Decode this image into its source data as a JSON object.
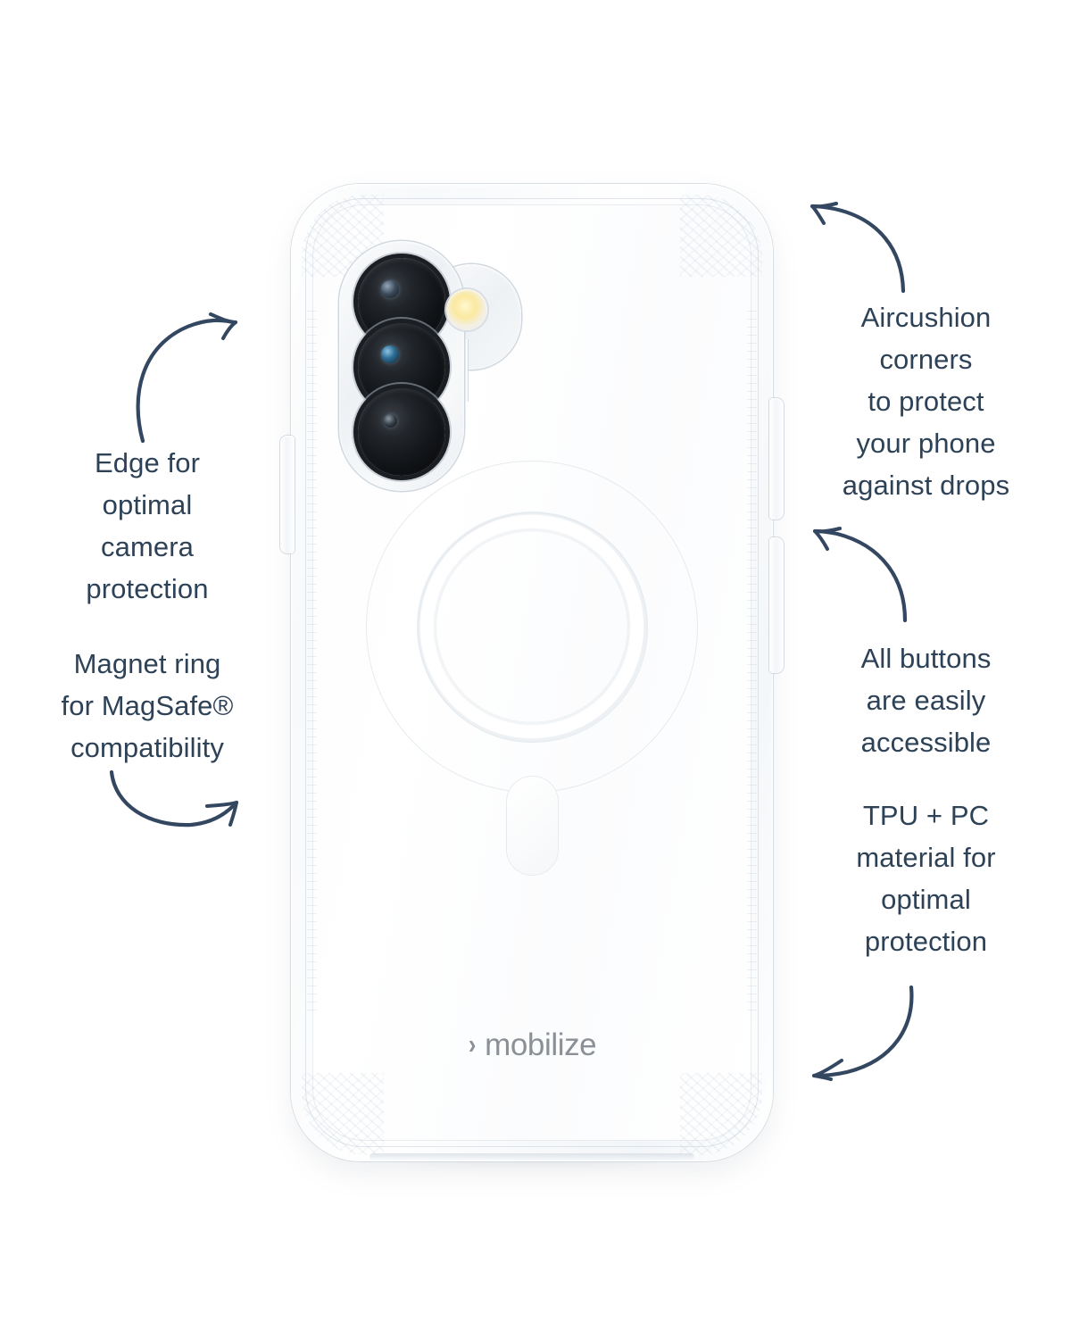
{
  "page": {
    "background_color": "#ffffff",
    "text_color": "#2e4257",
    "arrow_color": "#344761"
  },
  "callouts": {
    "left": [
      {
        "id": "edge-camera",
        "text": "Edge for\noptimal\ncamera\nprotection"
      },
      {
        "id": "magnet-ring",
        "text": "Magnet ring\nfor MagSafe®\ncompatibility"
      }
    ],
    "right": [
      {
        "id": "aircushion",
        "text": "Aircushion\ncorners\nto protect\nyour phone\nagainst drops"
      },
      {
        "id": "buttons",
        "text": "All buttons\nare easily\naccessible"
      },
      {
        "id": "material",
        "text": "TPU + PC\nmaterial for\noptimal\nprotection"
      }
    ]
  },
  "product": {
    "brand_chevron": "›",
    "brand_name": "mobilize",
    "case_color": "#ffffff",
    "lens_color": "#0d0f12",
    "flash_color": "#fbe9a0",
    "camera_lens_count": 3,
    "side_button_count": 3
  }
}
